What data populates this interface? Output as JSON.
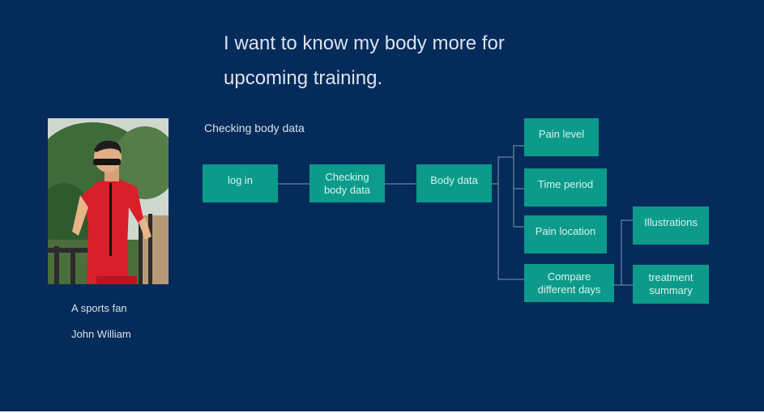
{
  "headline": {
    "line1": "I want to know my body more for",
    "line2": "upcoming training."
  },
  "persona": {
    "role": "A sports fan",
    "name": "John William"
  },
  "flow": {
    "title": "Checking body data",
    "nodes": {
      "login": "log in",
      "checking_line1": "Checking",
      "checking_line2": "body data",
      "body_data": "Body data",
      "pain_level": "Pain level",
      "time_period": "Time period",
      "pain_location": "Pain location",
      "compare_line1": "Compare",
      "compare_line2": "different days",
      "illustrations": "Illustrations",
      "treatment_line1": "treatment",
      "treatment_line2": "summary"
    }
  },
  "colors": {
    "background": "#042b5a",
    "node_fill": "#0c9b8a",
    "connector": "#7f9ab8"
  }
}
